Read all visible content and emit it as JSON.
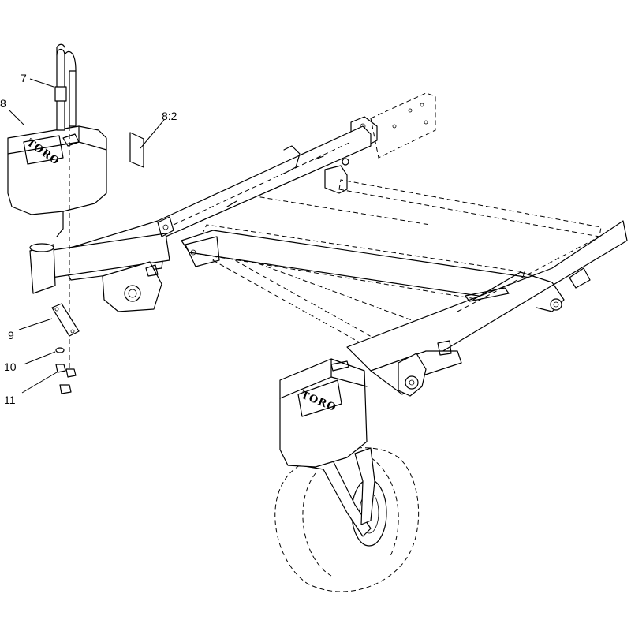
{
  "callouts": {
    "c7": "7",
    "c8": "8",
    "c8_2": "8:2",
    "c9": "9",
    "c10": "10",
    "c11": "11"
  },
  "logos": {
    "left_cover": "TORO",
    "right_cover": "TORO"
  }
}
